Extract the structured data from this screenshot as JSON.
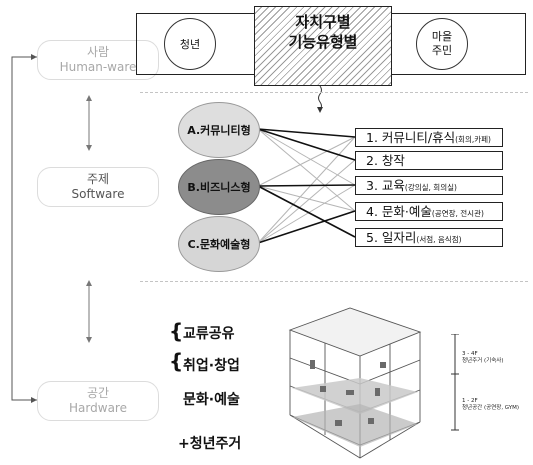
{
  "left_column": {
    "person": {
      "ko": "사람",
      "en": "Human-ware"
    },
    "subject": {
      "ko": "주제",
      "en": "Software"
    },
    "space": {
      "ko": "공간",
      "en": "Hardware"
    }
  },
  "top_box": {
    "left": "청년",
    "center_line1": "자치구별",
    "center_line2": "기능유형별",
    "right_line1": "마을",
    "right_line2": "주민"
  },
  "types": [
    {
      "label": "A.커뮤니티형"
    },
    {
      "label": "B.비즈니스형"
    },
    {
      "label": "C.문화예술형"
    }
  ],
  "topics": [
    {
      "main": "1. 커뮤니티/휴식",
      "detail": "(회의,카페)"
    },
    {
      "main": "2. 창작",
      "detail": ""
    },
    {
      "main": "3. 교육",
      "detail": "(강의실, 회의실)"
    },
    {
      "main": "4. 문화·예술",
      "detail": "(공연장, 전시관)"
    },
    {
      "main": "5. 일자리",
      "detail": "(서점, 음식점)"
    }
  ],
  "keywords": [
    "교류공유",
    "취업·창업",
    "문화·예술",
    "+청년주거"
  ],
  "building_notes": {
    "upper_title": "3 - 4F",
    "upper_desc": "청년주거 (기숙사)",
    "lower_title": "1 - 2F",
    "lower_desc": "청년공간 (공연장, GYM)"
  },
  "colors": {
    "circle_a": "#dedede",
    "circle_b": "#8c8c8c",
    "circle_c": "#d6d6d6",
    "side_text": "#a8a8a8"
  }
}
